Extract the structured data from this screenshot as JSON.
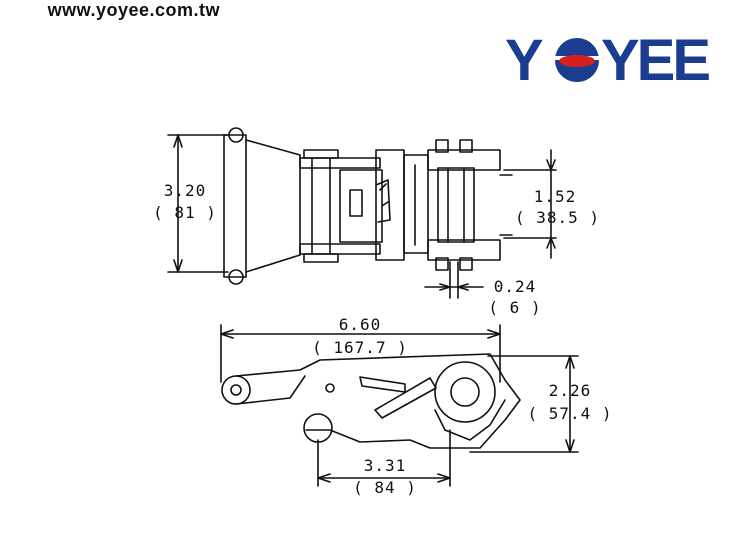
{
  "brand": {
    "name": "YOYEE",
    "website": "www.yoyee.com.tw",
    "brand_color": "#1a3d8f",
    "accent_color": "#d62020"
  },
  "dimensions": {
    "width_overall": {
      "inch": "3.20",
      "mm": "( 81 )"
    },
    "spindle_span": {
      "inch": "1.52",
      "mm": "( 38.5 )"
    },
    "spindle_width": {
      "inch": "0.24",
      "mm": "( 6 )"
    },
    "length_overall": {
      "inch": "6.60",
      "mm": "( 167.7 )"
    },
    "height": {
      "inch": "2.26",
      "mm": "( 57.4 )"
    },
    "pivot_distance": {
      "inch": "3.31",
      "mm": "( 84 )"
    }
  }
}
